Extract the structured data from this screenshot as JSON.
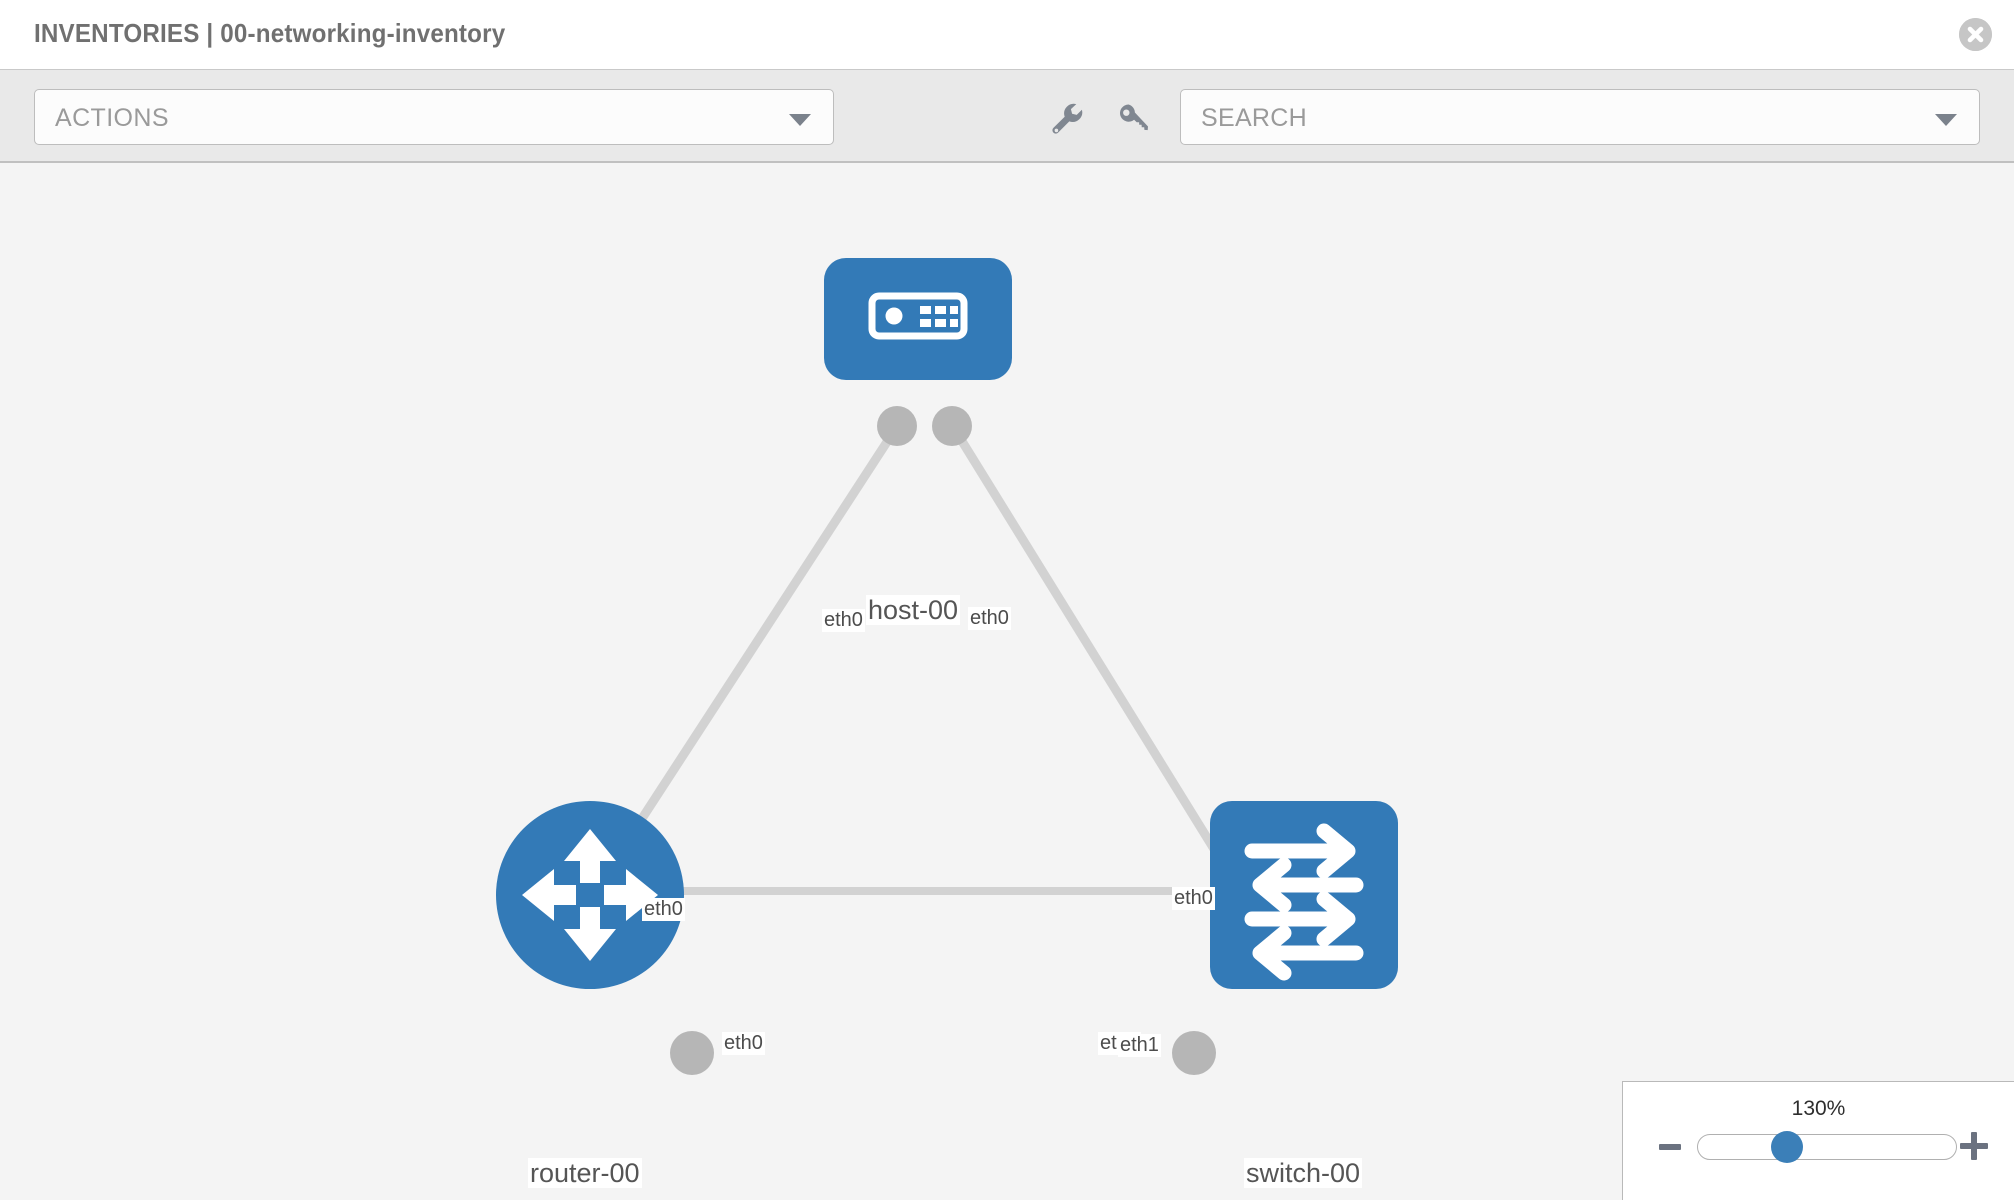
{
  "header": {
    "title": "INVENTORIES | 00-networking-inventory",
    "close_icon": "close-circle-icon"
  },
  "toolbar": {
    "actions_label": "ACTIONS",
    "actions_caret_icon": "chevron-down-icon",
    "wrench_icon": "wrench-icon",
    "key_icon": "key-icon",
    "search_placeholder": "SEARCH",
    "search_caret_icon": "chevron-down-icon"
  },
  "topology": {
    "accent_color": "#337ab7",
    "port_color": "#b6b6b6",
    "link_color": "#d2d2d2",
    "canvas_color": "#f4f4f4",
    "nodes": [
      {
        "id": "host-00",
        "label": "host-00",
        "type": "host",
        "icon": "server-icon",
        "shape": "rounded-rect"
      },
      {
        "id": "router-00",
        "label": "router-00",
        "type": "router",
        "icon": "router-arrows-icon",
        "shape": "circle"
      },
      {
        "id": "switch-00",
        "label": "switch-00",
        "type": "switch",
        "icon": "switch-arrows-icon",
        "shape": "rounded-rect"
      }
    ],
    "links": [
      {
        "from": "host-00",
        "from_port": "eth0",
        "to": "router-00",
        "to_port": "eth0"
      },
      {
        "from": "host-00",
        "from_port": "eth0",
        "to": "switch-00",
        "to_port": "eth0"
      },
      {
        "from": "router-00",
        "from_port": "eth0",
        "to": "switch-00",
        "to_port": "eth1"
      }
    ],
    "link_labels": {
      "host_left": "eth0",
      "host_right": "eth0",
      "router_up": "eth0",
      "switch_up": "eth0",
      "router_right": "eth0",
      "switch_left_under": "eth0",
      "switch_left": "eth1"
    }
  },
  "zoom_control": {
    "value": "130%",
    "minus_icon": "minus-icon",
    "plus_icon": "plus-icon",
    "slider_name": "zoom-slider"
  }
}
